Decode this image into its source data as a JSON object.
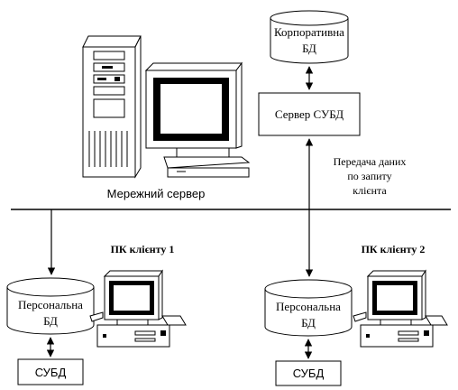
{
  "corporate_db": {
    "line1": "Корпоративна",
    "line2": "БД"
  },
  "server_dbms": {
    "label": "Сервер СУБД"
  },
  "network_server": {
    "label": "Мережний сервер"
  },
  "transfer": {
    "line1": "Передача даних",
    "line2": "по запиту",
    "line3": "клієнта"
  },
  "client1": {
    "title": "ПК клієнту 1",
    "db_line1": "Персональна",
    "db_line2": "БД",
    "dbms": "СУБД"
  },
  "client2": {
    "title": "ПК клієнту 2",
    "db_line1": "Персональна",
    "db_line2": "БД",
    "dbms": "СУБД"
  }
}
